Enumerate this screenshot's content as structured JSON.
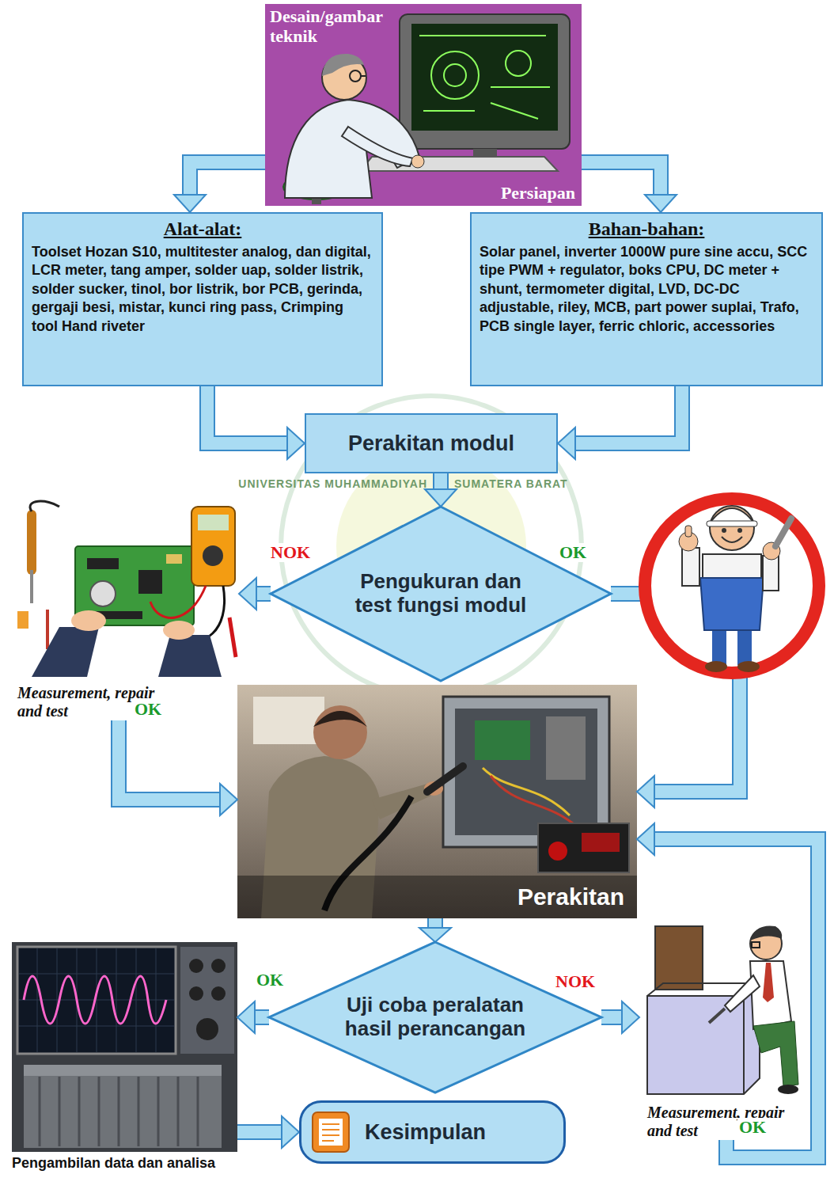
{
  "diagram": {
    "nodes": [
      {
        "text": [
          "Desain/gambar teknik",
          "Persiapan"
        ]
      },
      {
        "text": [
          "Alat-alat:",
          "Toolset Hozan S10, multitester analog, dan digital, LCR meter, tang amper, solder uap, solder listrik, solder sucker, tinol, bor listrik, bor PCB, gerinda, gergaji besi, mistar, kunci ring pass, Crimping tool Hand riveter"
        ]
      },
      {
        "text": [
          "Bahan-bahan:",
          "Solar panel, inverter 1000W pure sine accu, SCC tipe PWM + regulator, boks CPU, DC meter + shunt, termometer digital, LVD, DC-DC adjustable, riley, MCB, part power suplai, Trafo, PCB single layer, ferric chloric, accessories"
        ]
      },
      {
        "text": [
          "Perakitan modul"
        ]
      },
      {
        "text": [
          "Pengukuran dan test fungsi modul"
        ]
      },
      {
        "text": [
          "Measurement, repair and test"
        ]
      },
      {
        "text": [
          "Perakitan"
        ]
      },
      {
        "text": [
          "Uji coba peralatan hasil perancangan"
        ]
      },
      {
        "text": [
          "Pengambilan data dan analisa"
        ]
      },
      {
        "text": [
          "Measurement, repair and test"
        ]
      },
      {
        "text": [
          "Kesimpulan"
        ]
      }
    ],
    "edges": [
      {
        "from": 0,
        "to": 1,
        "arrow": "to"
      },
      {
        "from": 0,
        "to": 2,
        "arrow": "to"
      },
      {
        "from": 1,
        "to": 3,
        "arrow": "to"
      },
      {
        "from": 2,
        "to": 3,
        "arrow": "to"
      },
      {
        "from": 3,
        "to": 4,
        "arrow": "to"
      },
      {
        "from": 4,
        "to": 5,
        "label": "NOK",
        "arrow": "to"
      },
      {
        "from": 5,
        "to": 6,
        "label": "OK",
        "arrow": "to"
      },
      {
        "from": 4,
        "to": 6,
        "label": "OK",
        "arrow": "to"
      },
      {
        "from": 6,
        "to": 7,
        "arrow": "to"
      },
      {
        "from": 7,
        "to": 8,
        "label": "OK",
        "arrow": "to"
      },
      {
        "from": 7,
        "to": 9,
        "label": "NOK",
        "arrow": "to"
      },
      {
        "from": 9,
        "to": 6,
        "label": "OK",
        "arrow": "to"
      },
      {
        "from": 8,
        "to": 10,
        "arrow": "to"
      }
    ],
    "labels": [
      "UNIVERSITAS MUHAMMADIYAH",
      "SUMATERA BARAT"
    ]
  }
}
